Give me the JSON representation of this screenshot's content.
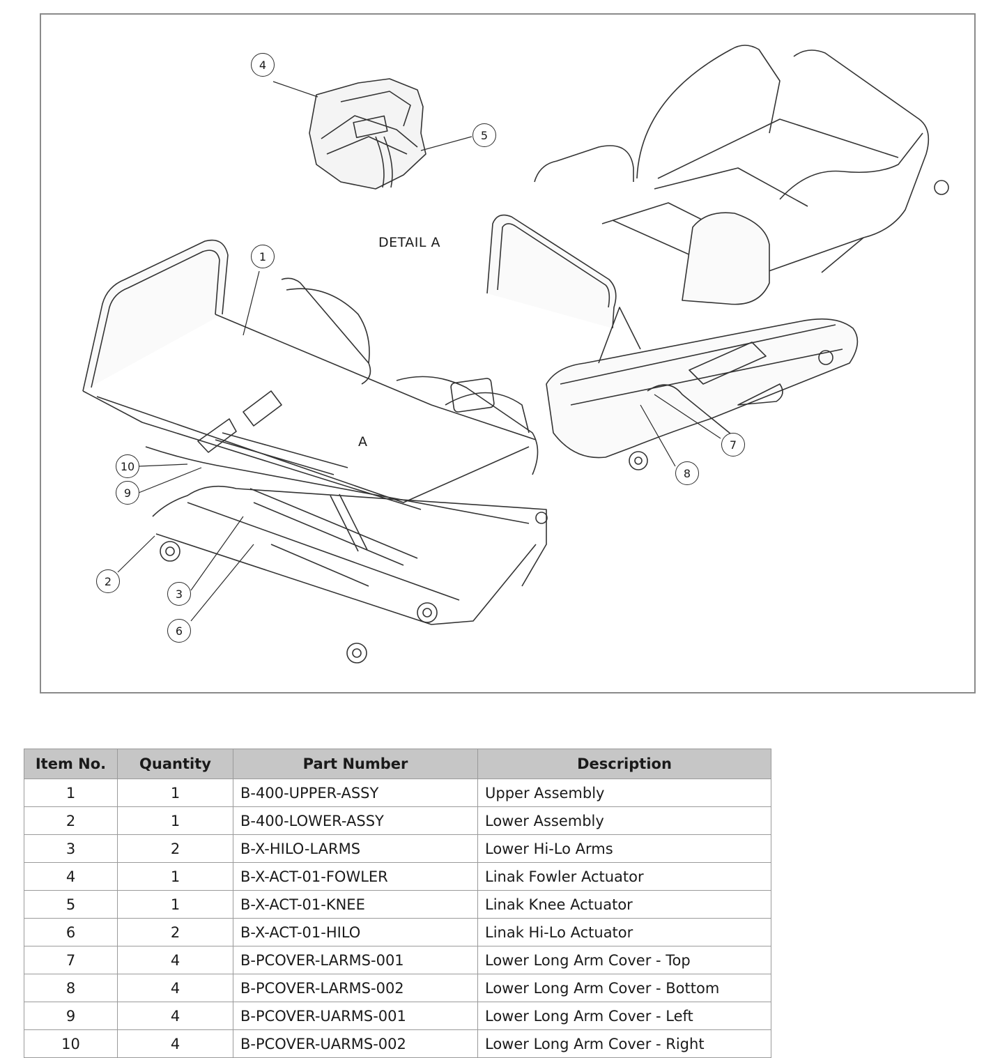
{
  "diagram": {
    "detail_label": "DETAIL  A",
    "detail_marker": "A",
    "callouts": [
      "1",
      "2",
      "3",
      "4",
      "5",
      "6",
      "7",
      "8",
      "9",
      "10"
    ]
  },
  "table": {
    "headers": [
      "Item No.",
      "Quantity",
      "Part Number",
      "Description"
    ],
    "rows": [
      {
        "item": "1",
        "qty": "1",
        "part": "B-400-UPPER-ASSY",
        "desc": "Upper Assembly"
      },
      {
        "item": "2",
        "qty": "1",
        "part": "B-400-LOWER-ASSY",
        "desc": "Lower Assembly"
      },
      {
        "item": "3",
        "qty": "2",
        "part": "B-X-HILO-LARMS",
        "desc": "Lower Hi-Lo Arms"
      },
      {
        "item": "4",
        "qty": "1",
        "part": "B-X-ACT-01-FOWLER",
        "desc": "Linak Fowler Actuator"
      },
      {
        "item": "5",
        "qty": "1",
        "part": "B-X-ACT-01-KNEE",
        "desc": "Linak Knee Actuator"
      },
      {
        "item": "6",
        "qty": "2",
        "part": "B-X-ACT-01-HILO",
        "desc": "Linak Hi-Lo Actuator"
      },
      {
        "item": "7",
        "qty": "4",
        "part": "B-PCOVER-LARMS-001",
        "desc": "Lower Long Arm Cover - Top"
      },
      {
        "item": "8",
        "qty": "4",
        "part": "B-PCOVER-LARMS-002",
        "desc": "Lower Long Arm Cover - Bottom"
      },
      {
        "item": "9",
        "qty": "4",
        "part": "B-PCOVER-UARMS-001",
        "desc": "Lower Long Arm Cover - Left"
      },
      {
        "item": "10",
        "qty": "4",
        "part": "B-PCOVER-UARMS-002",
        "desc": "Lower Long Arm Cover - Right"
      }
    ]
  }
}
